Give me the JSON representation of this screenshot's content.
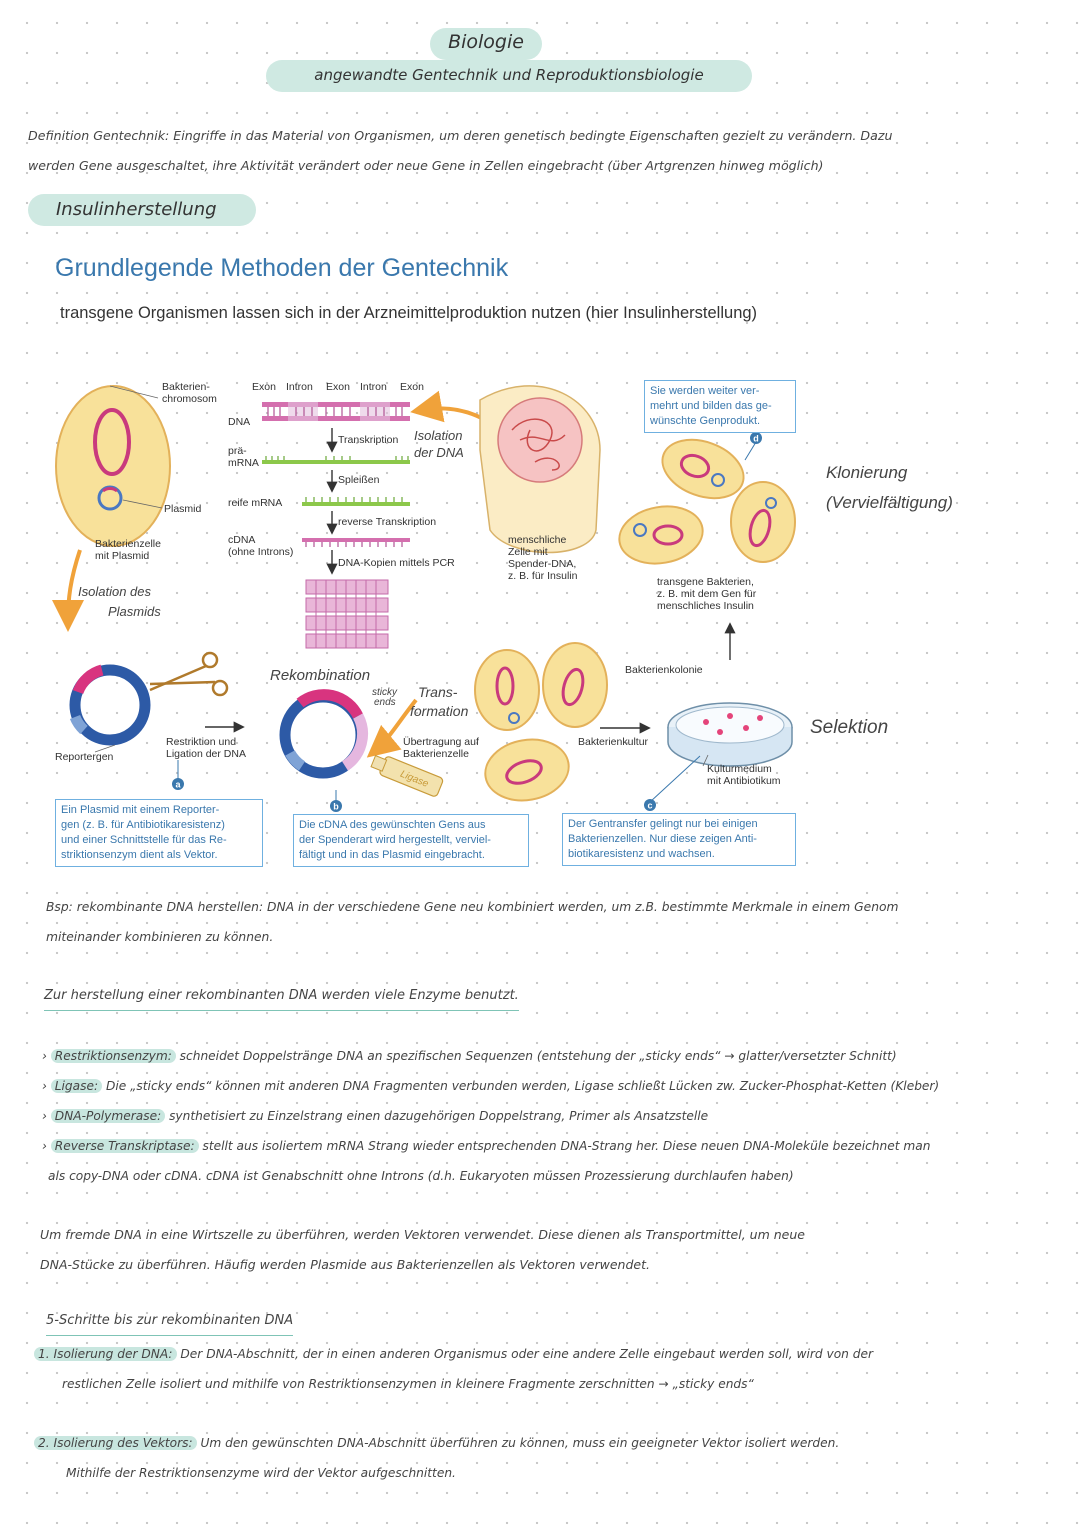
{
  "header": {
    "title": "Biologie",
    "subtitle": "angewandte Gentechnik und Reproduktionsbiologie"
  },
  "definition": {
    "line1": "Definition Gentechnik: Eingriffe in das Material von Organismen, um deren genetisch bedingte Eigenschaften gezielt zu verändern. Dazu",
    "line2": "werden Gene ausgeschaltet, ihre Aktivität verändert oder neue Gene in Zellen eingebracht (über Artgrenzen hinweg möglich)"
  },
  "section_heading": "Insulinherstellung",
  "figure": {
    "title": "Grundlegende Methoden der Gentechnik",
    "subtitle": "transgene Organismen lassen sich in der Arzneimittelproduktion nutzen (hier Insulinherstellung)",
    "labels": {
      "bakterienchromosom": [
        "Bakterien-",
        "chromosom"
      ],
      "plasmid": "Plasmid",
      "bakterienzelle": [
        "Bakterienzelle",
        "mit Plasmid"
      ],
      "exon_intron": [
        "Exon",
        "Intron",
        "Exon",
        "Intron",
        "Exon"
      ],
      "dna": "DNA",
      "pra_mrna": [
        "prä-",
        "mRNA"
      ],
      "transkription": "Transkription",
      "spleissen": "Spleißen",
      "reife_mrna": "reife mRNA",
      "reverse_transkription": "reverse Transkription",
      "cdna": [
        "cDNA",
        "(ohne Introns)"
      ],
      "pcr": "DNA-Kopien mittels PCR",
      "menschliche_zelle": [
        "menschliche",
        "Zelle mit",
        "Spender-DNA,",
        "z. B. für Insulin"
      ],
      "transgene_bakterien": [
        "transgene Bakterien,",
        "z. B. mit dem Gen für",
        "menschliches Insulin"
      ],
      "bakterienkolonie": "Bakterienkolonie",
      "bakterienkultur": "Bakterienkultur",
      "kulturmedium": [
        "Kulturmedium",
        "mit Antibiotikum"
      ],
      "reportergen": "Reportergen",
      "restriktion": [
        "Restriktion und",
        "Ligation der DNA"
      ],
      "uebertragung": [
        "Übertragung auf",
        "Bakterienzelle"
      ],
      "ligase": "Ligase",
      "marker_a": "a",
      "marker_b": "b",
      "marker_c": "c",
      "marker_d": "d"
    },
    "boxes": {
      "a": [
        "Ein Plasmid mit einem Reporter-",
        "gen (z. B. für Antibiotikaresistenz)",
        "und einer Schnittstelle für das Re-",
        "striktionsenzym dient als Vektor."
      ],
      "b": [
        "Die cDNA des gewünschten Gens aus",
        "der Spenderart wird hergestellt, verviel-",
        "fältigt und in das Plasmid eingebracht."
      ],
      "c": [
        "Der Gentransfer gelingt nur bei einigen",
        "Bakterienzellen. Nur diese zeigen Anti-",
        "biotikaresistenz und wachsen."
      ],
      "d": [
        "Sie werden weiter ver-",
        "mehrt und bilden das ge-",
        "wünschte Genprodukt."
      ]
    },
    "handwritten": {
      "isolation_dna": [
        "Isolation",
        "der DNA"
      ],
      "isolation_plasmid": [
        "Isolation des",
        "Plasmids"
      ],
      "klonierung": [
        "Klonierung",
        "(Vervielfältigung)"
      ],
      "selektion": "Selektion",
      "rekombination": "Rekombination",
      "sticky": [
        "sticky",
        "ends"
      ],
      "transformation": [
        "Trans-",
        "formation"
      ]
    },
    "colors": {
      "cell_fill": "#f8e19a",
      "cell_stroke": "#e3b15a",
      "plasmid_pink": "#c93a7d",
      "plasmid_blue": "#4a78c2",
      "arrow_orange": "#f0a23a",
      "box_blue": "#3a78ad"
    }
  },
  "notes": {
    "bsp_line1": "Bsp: rekombinante DNA herstellen: DNA in der verschiedene Gene neu kombiniert werden, um z.B. bestimmte Merkmale in einem Genom",
    "bsp_line2": "miteinander kombinieren zu können.",
    "enzyme_heading": "Zur herstellung einer rekombinanten DNA werden viele Enzyme benutzt.",
    "restriktion_term": "Restriktionsenzym:",
    "restriktion_text": " schneidet Doppelstränge DNA an spezifischen Sequenzen (entstehung der „sticky ends“ → glatter/versetzter Schnitt)",
    "ligase_term": "Ligase:",
    "ligase_text": " Die „sticky ends“ können mit anderen DNA Fragmenten verbunden werden, Ligase schließt Lücken zw. Zucker-Phosphat-Ketten (Kleber)",
    "polymerase_term": "DNA-Polymerase:",
    "polymerase_text": " synthetisiert zu Einzelstrang einen dazugehörigen Doppelstrang, Primer als Ansatzstelle",
    "revtrans_term": "Reverse Transkriptase:",
    "revtrans_text": " stellt aus isoliertem mRNA Strang wieder entsprechenden DNA-Strang her. Diese neuen DNA-Moleküle bezeichnet man",
    "revtrans_text2": "als copy-DNA oder cDNA. cDNA ist Genabschnitt ohne Introns (d.h. Eukaryoten müssen Prozessierung durchlaufen haben)",
    "vektor_line1": "Um fremde DNA in eine Wirtszelle zu überführen, werden Vektoren verwendet. Diese dienen als Transportmittel, um neue",
    "vektor_line2": "DNA-Stücke zu überführen. Häufig werden Plasmide aus Bakterienzellen als Vektoren verwendet.",
    "schritte_heading": "5-Schritte bis zur rekombinanten DNA",
    "s1_term": "1. Isolierung der DNA:",
    "s1_text": " Der DNA-Abschnitt, der in einen anderen Organismus oder eine andere Zelle eingebaut werden soll, wird von der",
    "s1_text2": "restlichen Zelle isoliert und mithilfe von Restriktionsenzymen in kleinere Fragmente zerschnitten → „sticky ends“",
    "s2_term": "2. Isolierung des Vektors:",
    "s2_text": " Um den gewünschten DNA-Abschnitt überführen zu können, muss ein geeigneter Vektor isoliert werden.",
    "s2_text2": "Mithilfe der Restriktionsenzyme wird der Vektor aufgeschnitten."
  }
}
